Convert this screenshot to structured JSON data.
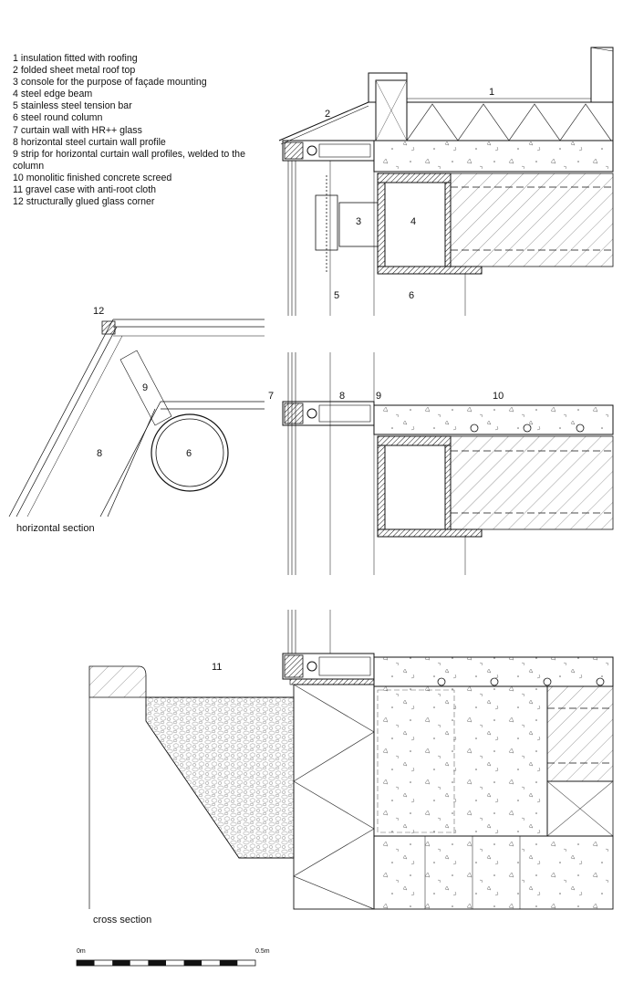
{
  "legend": [
    "1 insulation fitted with roofing",
    "2 folded sheet metal roof top",
    "3 console for the purpose of façade mounting",
    "4 steel edge beam",
    "5 stainless steel tension bar",
    "6 steel round column",
    "7 curtain wall with HR++ glass",
    "8 horizontal steel curtain wall profile",
    "9 strip for horizontal curtain wall profiles, welded to the column",
    "10 monolitic finished concrete screed",
    "11 gravel case with anti-root cloth",
    "12 structurally glued glass corner"
  ],
  "callouts": {
    "n1": "1",
    "n2": "2",
    "n3": "3",
    "n4": "4",
    "n5": "5",
    "n6": "6",
    "n7": "7",
    "n8": "8",
    "n9": "9",
    "n10": "10",
    "n11": "11",
    "n12": "12",
    "h_n6": "6",
    "h_n8": "8",
    "h_n9": "9"
  },
  "captions": {
    "horizontal": "horizontal section",
    "cross": "cross section"
  },
  "scale_bar": {
    "start_label": "0m",
    "end_label": "0.5m",
    "segments": 10
  }
}
